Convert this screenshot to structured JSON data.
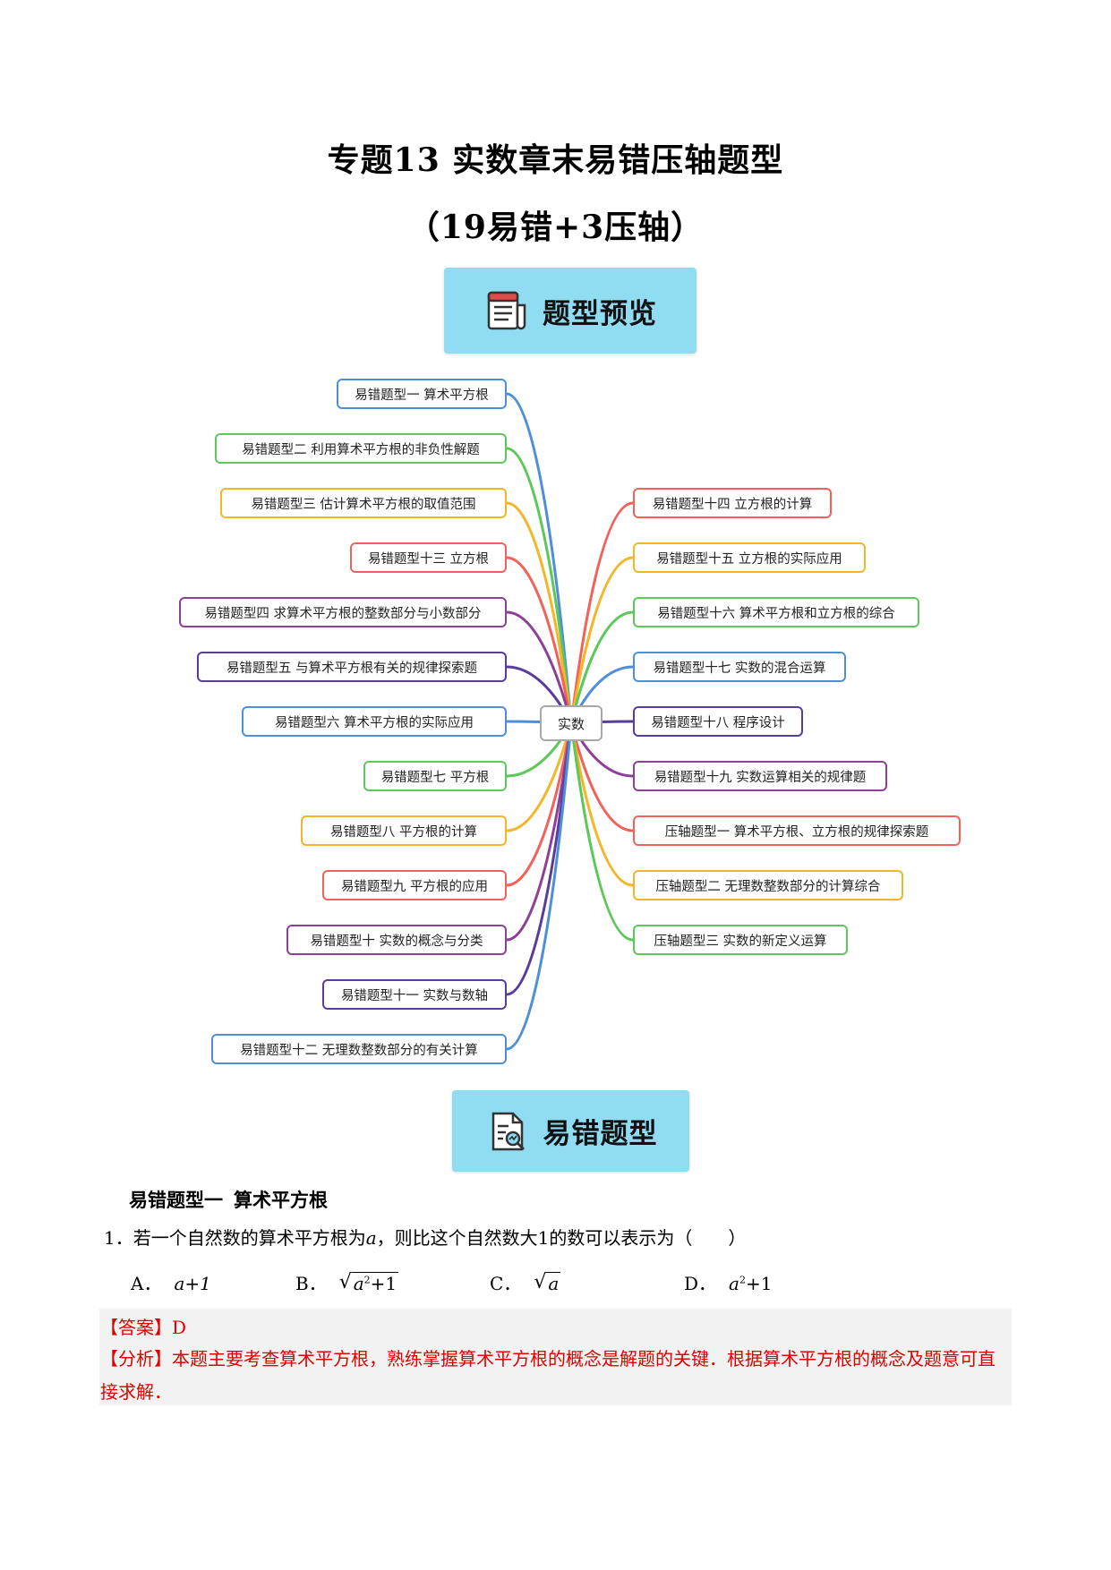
{
  "header": {
    "title": "专题13 实数章末易错压轴题型",
    "subtitle": "（19易错+3压轴）"
  },
  "banners": {
    "preview": "题型预览",
    "error_types": "易错题型"
  },
  "mindmap": {
    "center": "实数",
    "left": [
      {
        "label": "易错题型一 算术平方根",
        "color": "#4f8fd9"
      },
      {
        "label": "易错题型二 利用算术平方根的非负性解题",
        "color": "#5cc85a"
      },
      {
        "label": "易错题型三 估计算术平方根的取值范围",
        "color": "#f5b529"
      },
      {
        "label": "易错题型十三 立方根",
        "color": "#f2625a"
      },
      {
        "label": "易错题型四 求算术平方根的整数部分与小数部分",
        "color": "#8e3f97"
      },
      {
        "label": "易错题型五 与算术平方根有关的规律探索题",
        "color": "#5a3d9a"
      },
      {
        "label": "易错题型六 算术平方根的实际应用",
        "color": "#4f8fd9"
      },
      {
        "label": "易错题型七 平方根",
        "color": "#5cc85a"
      },
      {
        "label": "易错题型八 平方根的计算",
        "color": "#f5b529"
      },
      {
        "label": "易错题型九 平方根的应用",
        "color": "#f2625a"
      },
      {
        "label": "易错题型十 实数的概念与分类",
        "color": "#8e3f97"
      },
      {
        "label": "易错题型十一 实数与数轴",
        "color": "#5a3d9a"
      },
      {
        "label": "易错题型十二 无理数整数部分的有关计算",
        "color": "#4f8fd9"
      }
    ],
    "right": [
      {
        "label": "易错题型十四 立方根的计算",
        "color": "#f2625a"
      },
      {
        "label": "易错题型十五 立方根的实际应用",
        "color": "#f5b529"
      },
      {
        "label": "易错题型十六 算术平方根和立方根的综合",
        "color": "#5cc85a"
      },
      {
        "label": "易错题型十七 实数的混合运算",
        "color": "#4f8fd9"
      },
      {
        "label": "易错题型十八 程序设计",
        "color": "#5a3d9a"
      },
      {
        "label": "易错题型十九 实数运算相关的规律题",
        "color": "#8e3f97"
      },
      {
        "label": "压轴题型一 算术平方根、立方根的规律探索题",
        "color": "#f2625a"
      },
      {
        "label": "压轴题型二 无理数整数部分的计算综合",
        "color": "#f5b529"
      },
      {
        "label": "压轴题型三 实数的新定义运算",
        "color": "#5cc85a"
      }
    ]
  },
  "section": {
    "heading_part1": "易错题型一",
    "heading_part2": "算术平方根",
    "question": {
      "number": "1．",
      "text_1": "若一个自然数的算术平方根为",
      "var_a": "a",
      "text_2": "，则比这个自然数大",
      "num_1": "1",
      "text_3": "的数可以表示为（　　）"
    },
    "options": {
      "A_letter": "A．",
      "A_expr": "a+1",
      "B_letter": "B．",
      "B_base": "a",
      "B_exp": "2",
      "B_rest": "+1",
      "C_letter": "C．",
      "C_base": "a",
      "D_letter": "D．",
      "D_base": "a",
      "D_exp": "2",
      "D_rest": "+1"
    },
    "answer": "【答案】D",
    "analysis": "【分析】本题主要考查算术平方根，熟练掌握算术平方根的概念是解题的关键．根据算术平方根的概念及题意可直接求解．"
  }
}
